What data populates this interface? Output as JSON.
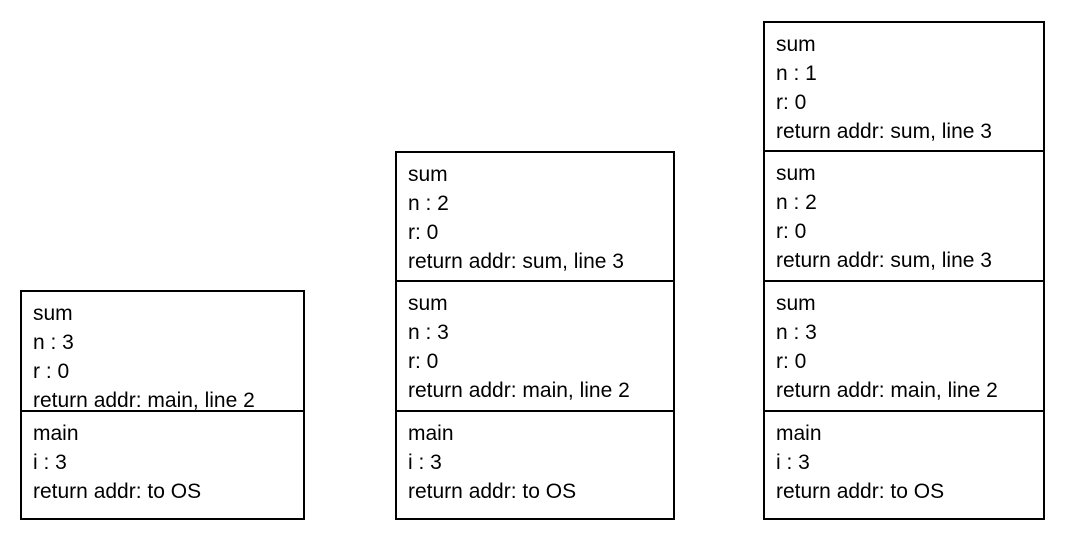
{
  "diagram": {
    "colors": {
      "background": "#ffffff",
      "border": "#000000",
      "text": "#000000"
    },
    "stacks": [
      {
        "id": "stack-1",
        "frames": [
          {
            "lines": [
              "sum",
              "n : 3",
              "r : 0",
              "return addr: main, line 2"
            ]
          },
          {
            "lines": [
              "main",
              "i : 3",
              "return addr: to OS"
            ]
          }
        ]
      },
      {
        "id": "stack-2",
        "frames": [
          {
            "lines": [
              "sum",
              "n : 2",
              "r: 0",
              "return addr: sum, line 3"
            ]
          },
          {
            "lines": [
              "sum",
              "n : 3",
              "r: 0",
              "return addr: main, line 2"
            ]
          },
          {
            "lines": [
              "main",
              "i : 3",
              "return addr: to OS"
            ]
          }
        ]
      },
      {
        "id": "stack-3",
        "frames": [
          {
            "lines": [
              "sum",
              "n : 1",
              "r: 0",
              "return addr: sum, line 3"
            ]
          },
          {
            "lines": [
              "sum",
              "n : 2",
              "r: 0",
              "return addr: sum, line 3"
            ]
          },
          {
            "lines": [
              "sum",
              "n : 3",
              "r: 0",
              "return addr: main, line 2"
            ]
          },
          {
            "lines": [
              "main",
              "i : 3",
              "return addr: to OS"
            ]
          }
        ]
      }
    ]
  }
}
